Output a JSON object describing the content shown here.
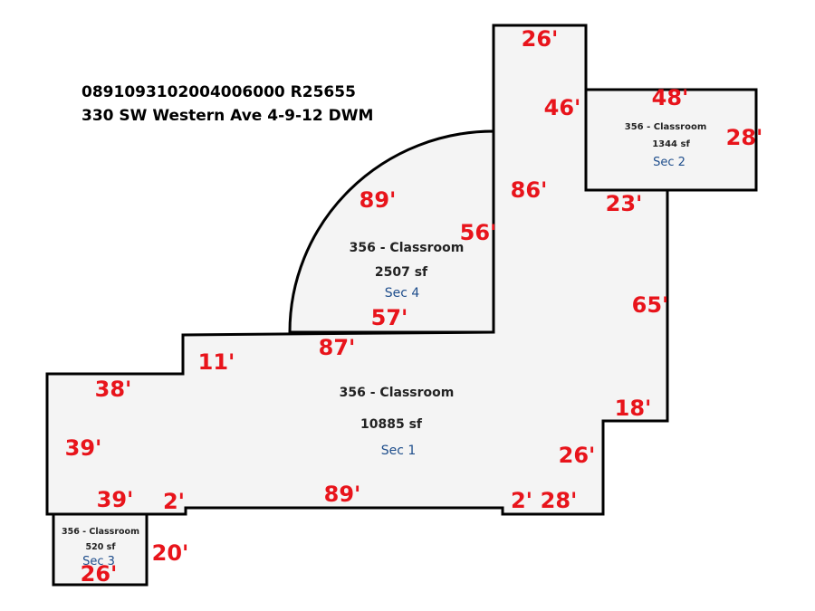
{
  "header": {
    "parcel_line": "0891093102004006000  R25655",
    "address_line": "330 SW Western Ave  4-9-12 DWM"
  },
  "sections": [
    {
      "id": "sec1",
      "use": "356 - Classroom",
      "area": "10885 sf",
      "label": "Sec 1"
    },
    {
      "id": "sec2",
      "use": "356 - Classroom",
      "area": "1344 sf",
      "label": "Sec 2"
    },
    {
      "id": "sec3",
      "use": "356 - Classroom",
      "area": "520 sf",
      "label": "Sec 3"
    },
    {
      "id": "sec4",
      "use": "356 - Classroom",
      "area": "2507 sf",
      "label": "Sec 4"
    }
  ],
  "dimensions": [
    "26'",
    "46'",
    "48'",
    "28'",
    "86'",
    "23'",
    "89'",
    "56'",
    "65'",
    "57'",
    "87'",
    "11'",
    "38'",
    "18'",
    "39'",
    "26'",
    "39'",
    "2'",
    "89'",
    "2'",
    "28'",
    "20'",
    "26'"
  ],
  "colors": {
    "dimension_text": "#e8141b",
    "section_label": "#1f4e8c",
    "outline": "#000000",
    "fill": "#f4f4f4"
  }
}
